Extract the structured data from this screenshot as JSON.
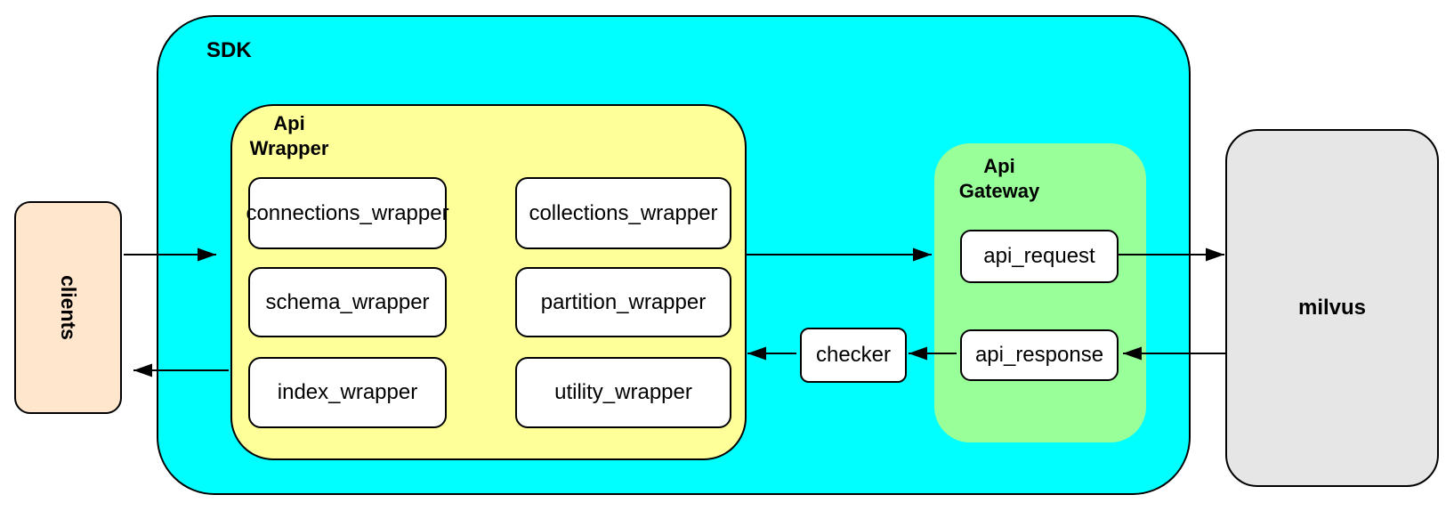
{
  "diagram": {
    "sdk": {
      "label": "SDK"
    },
    "api_wrapper": {
      "label": "Api Wrapper",
      "boxes": [
        "connections_wrapper",
        "collections_wrapper",
        "schema_wrapper",
        "partition_wrapper",
        "index_wrapper",
        "utility_wrapper"
      ]
    },
    "api_gateway": {
      "label": "Api Gateway",
      "boxes": [
        "api_request",
        "api_response"
      ]
    },
    "checker": {
      "label": "checker"
    },
    "clients": {
      "label": "clients"
    },
    "milvus": {
      "label": "milvus"
    },
    "colors": {
      "sdk_fill": "#00ffff",
      "api_wrapper_fill": "#ffff99",
      "api_gateway_fill": "#99ff99",
      "clients_fill": "#ffe6cc",
      "milvus_fill": "#e6e6e6",
      "node_fill": "#ffffff",
      "stroke": "#000000"
    },
    "arrows": [
      {
        "from": "clients",
        "to": "api_wrapper"
      },
      {
        "from": "api_wrapper",
        "to": "api_gateway"
      },
      {
        "from": "api_request",
        "to": "milvus"
      },
      {
        "from": "milvus",
        "to": "api_response"
      },
      {
        "from": "api_response",
        "to": "checker"
      },
      {
        "from": "checker",
        "to": "api_wrapper"
      },
      {
        "from": "api_wrapper",
        "to": "clients"
      }
    ]
  }
}
